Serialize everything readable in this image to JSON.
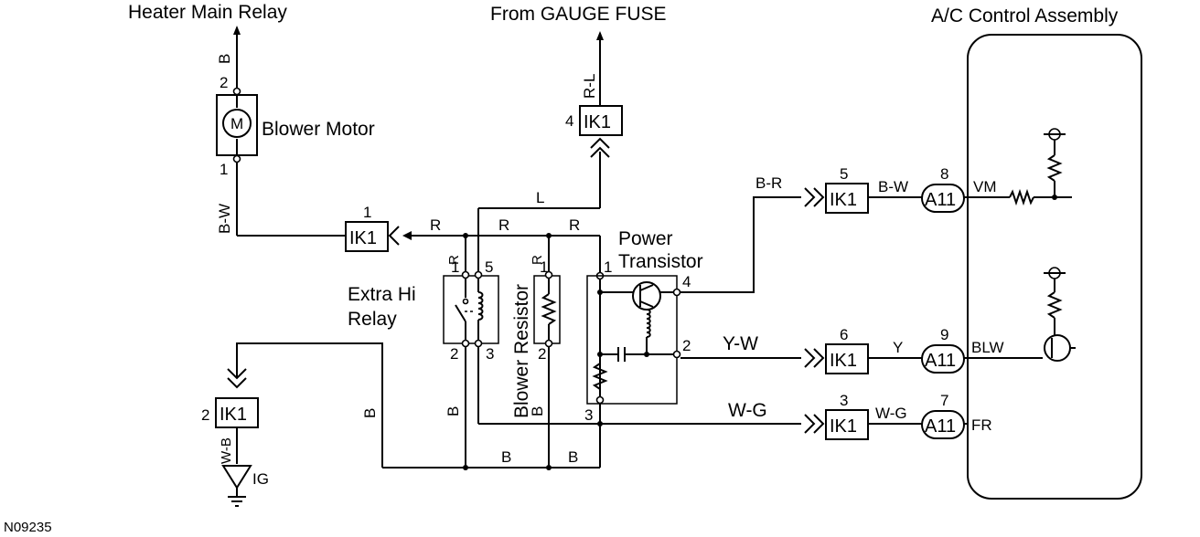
{
  "labels": {
    "heater_main_relay": "Heater Main Relay",
    "from_gauge_fuse": "From GAUGE FUSE",
    "ac_control_assembly": "A/C Control Assembly",
    "blower_motor": "Blower Motor",
    "blower_motor_symbol": "M",
    "extra_hi_relay_line1": "Extra Hi",
    "extra_hi_relay_line2": "Relay",
    "blower_resistor": "Blower Resistor",
    "power_transistor_line1": "Power",
    "power_transistor_line2": "Transistor",
    "ig": "IG",
    "figure_code": "N09235"
  },
  "wires": {
    "b_top": "B",
    "b_w": "B-W",
    "r_l": "R-L",
    "l": "L",
    "r1": "R",
    "r2": "R",
    "r3": "R",
    "r_vert_relay": "R",
    "r_vert_resistor": "R",
    "b_r": "B-R",
    "b_w_ac": "B-W",
    "vm": "VM",
    "y_w": "Y-W",
    "y": "Y",
    "blw": "BLW",
    "w_g": "W-G",
    "w_g_ac": "W-G",
    "fr": "FR",
    "w_b": "W-B",
    "b_left": "B",
    "b_relay": "B",
    "b_resistor": "B",
    "b_bottom1": "B",
    "b_bottom2": "B"
  },
  "connectors": {
    "ik1": "IK1",
    "a11": "A11"
  },
  "pins": {
    "motor_top": "2",
    "motor_bottom": "1",
    "ik1_left_relay": "1",
    "ik1_gauge": "4",
    "ik1_br": "5",
    "a11_vm": "8",
    "ik1_yw": "6",
    "a11_blw": "9",
    "ik1_wg": "3",
    "a11_fr": "7",
    "ik1_ig": "2",
    "relay_1": "1",
    "relay_5": "5",
    "relay_2": "2",
    "relay_3": "3",
    "resistor_1": "1",
    "resistor_2": "2",
    "transistor_1": "1",
    "transistor_4": "4",
    "transistor_2": "2",
    "transistor_3": "3"
  }
}
